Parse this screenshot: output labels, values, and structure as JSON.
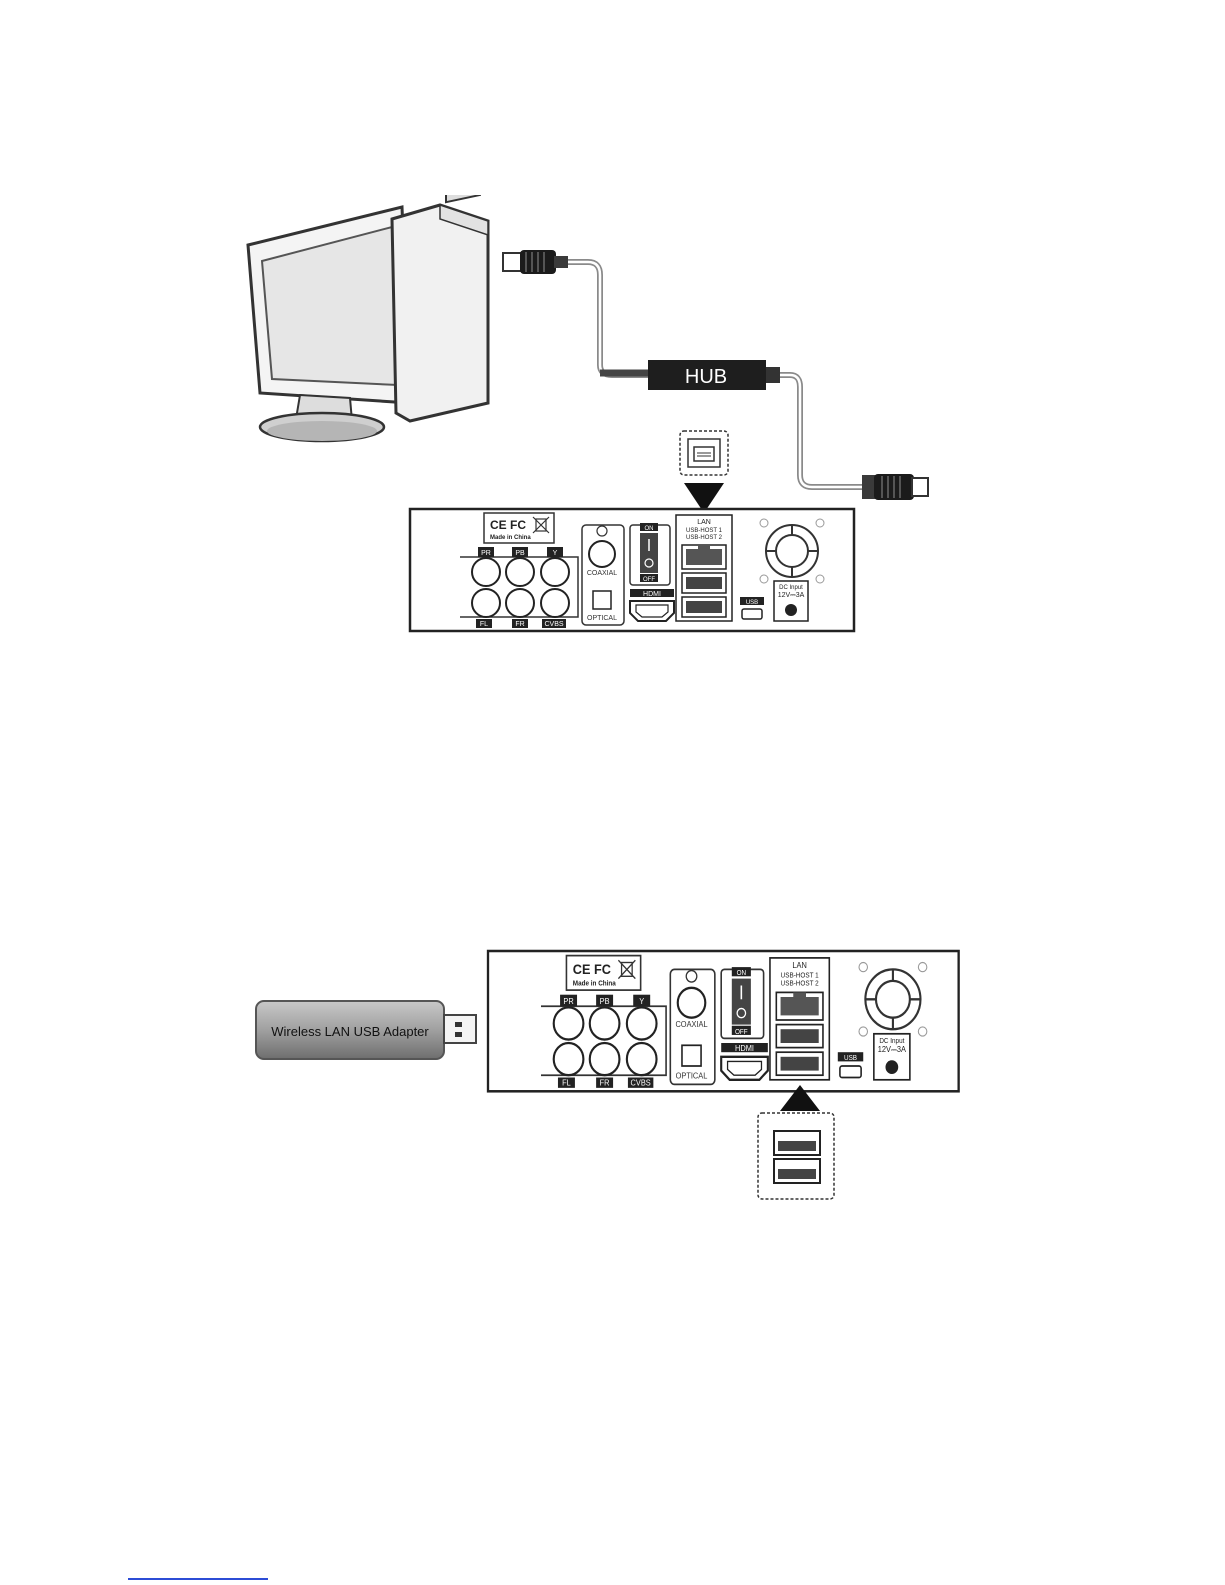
{
  "hub_label": "HUB",
  "adapter_label": "Wireless LAN USB Adapter",
  "panel": {
    "cert_marks": "CE FC",
    "made_in": "Made in China",
    "rca_top": [
      "PR",
      "PB",
      "Y"
    ],
    "rca_bottom": [
      "FL",
      "FR",
      "CVBS"
    ],
    "coaxial": "COAXIAL",
    "optical": "OPTICAL",
    "switch_on": "ON",
    "switch_off": "OFF",
    "hdmi": "HDMI",
    "lan": "LAN",
    "usb_host_1": "USB-HOST 1",
    "usb_host_2": "USB-HOST 2",
    "usb": "USB",
    "dc_input": "DC Input",
    "dc_rating": "12V⎓3A"
  },
  "colors": {
    "line": "#222222",
    "panel_fill": "#ffffff",
    "hub_fill": "#1e1e1e",
    "adapter_fill": "#9a9a9a",
    "screen_fill": "#ededed",
    "footer_rule": "#2c4cd6"
  }
}
